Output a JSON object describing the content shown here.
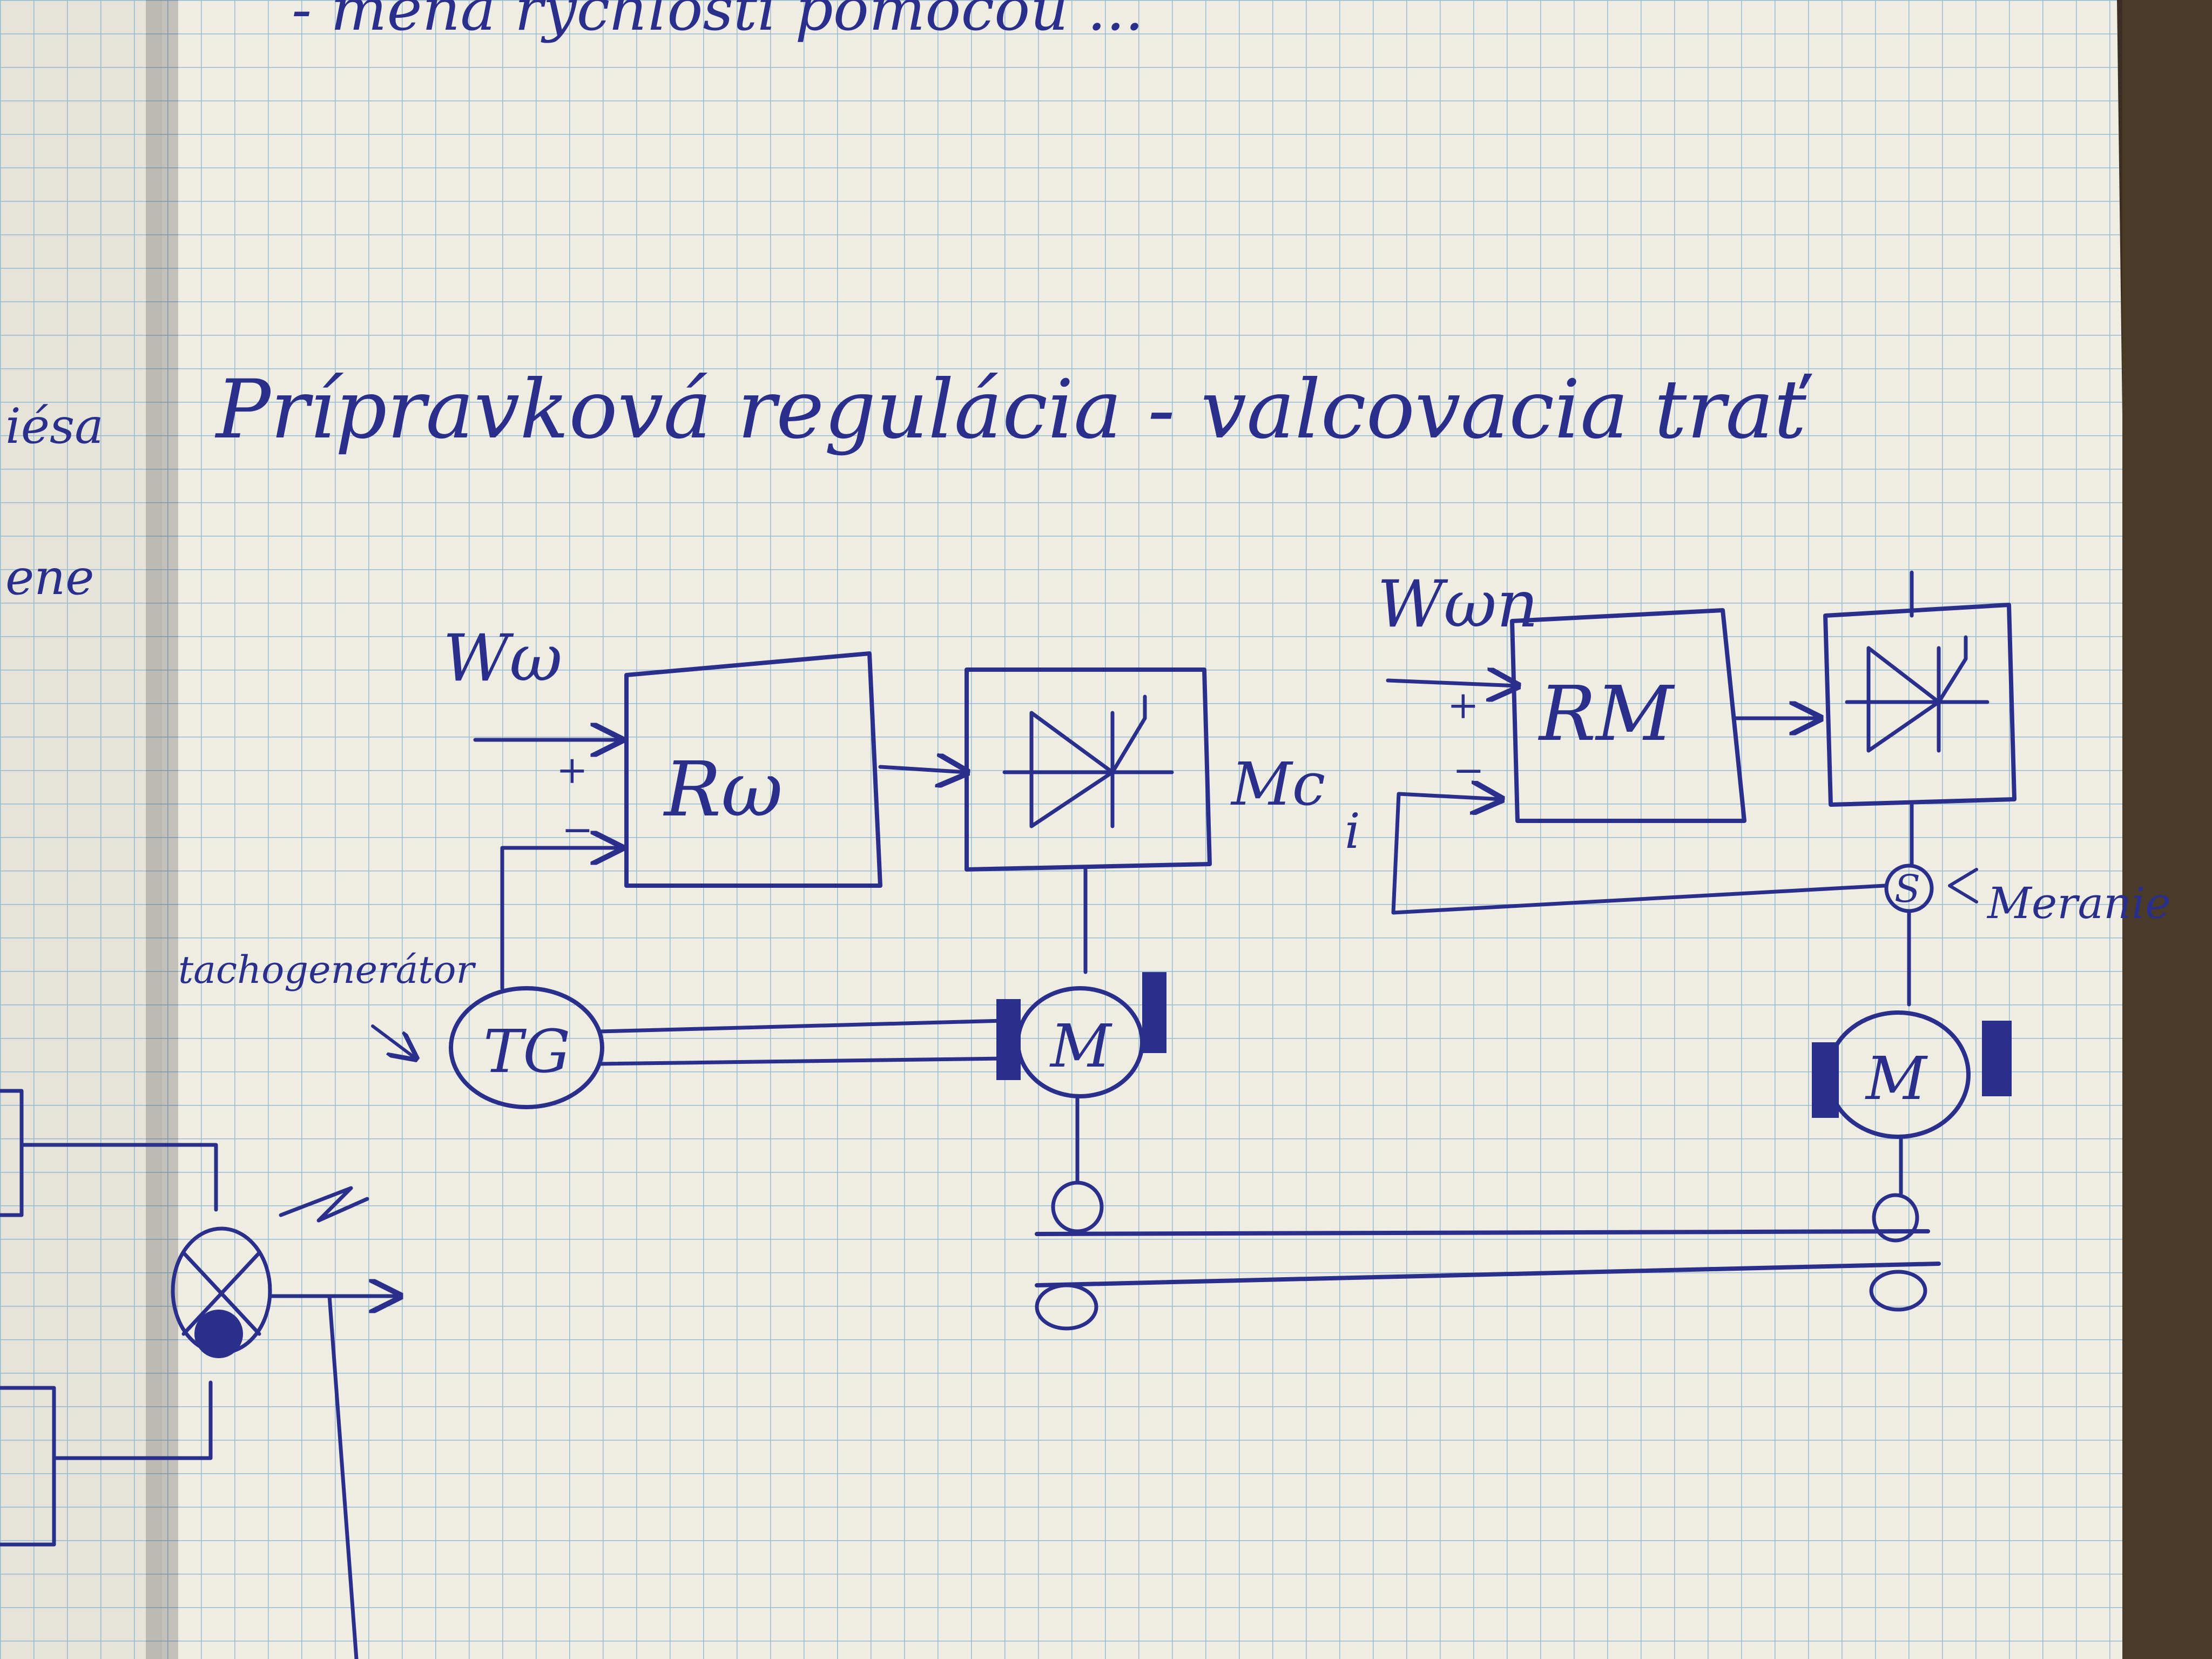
{
  "colors": {
    "paper": "#efece3",
    "paper_left": "#e6e3da",
    "grid": "#86b3cf",
    "ink": "#2b2f8c",
    "desk": "#3a2f22"
  },
  "notes": {
    "top_line": "- mena rýchlosti pomocou ...",
    "heading": "Prípravková regulácia - valcovacia trať",
    "left_margin_1": "iésa",
    "left_margin_2": "ene"
  },
  "left_circuit": {
    "input_label": "Wω",
    "plus_sign": "+",
    "minus_sign": "−",
    "controller_label": "Rω",
    "output_label": "Mc",
    "tachogenerator_caption": "tachogenerátor",
    "tachogenerator_label": "TG",
    "motor_label": "M"
  },
  "right_circuit": {
    "input_label": "Wωn",
    "plus_sign": "+",
    "minus_sign": "−",
    "feedback_label": "i",
    "controller_label": "RM",
    "sensor_label": "S",
    "sensor_caption": "Meranie",
    "motor_label": "M"
  }
}
